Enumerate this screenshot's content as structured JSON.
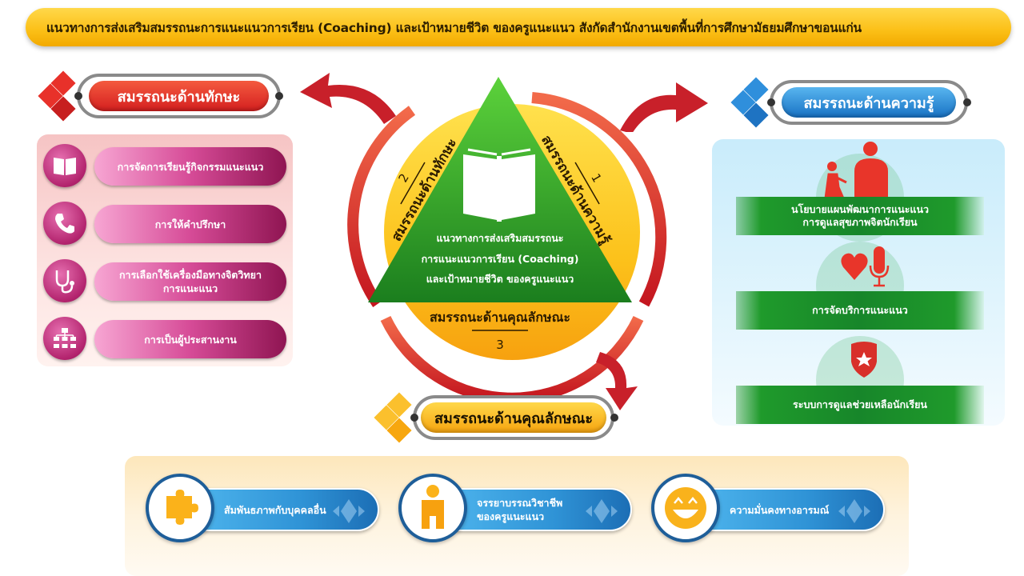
{
  "title": "แนวทางการส่งเสริมสมรรถนะการแนะแนวการเรียน (Coaching) และเป้าหมายชีวิต ของครูแนะแนว สังกัดสำนักงานเขตพื้นที่การศึกษามัธยมศึกษาขอนแก่น",
  "colors": {
    "banner": "#fbbf16",
    "skills": "#e8312a",
    "knowledge": "#1e88d8",
    "attributes": "#fbb21a",
    "triangle": "#2e9b2e",
    "ring": "#d9342b"
  },
  "center": {
    "icon": "open-book-icon",
    "lines": [
      "แนวทางการส่งเสริมสมรรถนะ",
      "การแนะแนวการเรียน (Coaching)",
      "และเป้าหมายชีวิต ของครูแนะแนว"
    ],
    "sides": [
      {
        "number": "1",
        "label": "สมรรถนะด้านความรู้"
      },
      {
        "number": "2",
        "label": "สมรรถนะด้านทักษะ"
      },
      {
        "number": "3",
        "label": "สมรรถนะด้านคุณลักษณะ"
      }
    ]
  },
  "skills": {
    "header": "สมรรถนะด้านทักษะ",
    "items": [
      {
        "icon": "book-icon",
        "label": "การจัดการเรียนรู้กิจกรรมแนะแนว"
      },
      {
        "icon": "phone-icon",
        "label": "การให้คำปรึกษา"
      },
      {
        "icon": "stethoscope-icon",
        "label": "การเลือกใช้เครื่องมือทางจิตวิทยา",
        "label2": "การแนะแนว"
      },
      {
        "icon": "org-chart-icon",
        "label": "การเป็นผู้ประสานงาน"
      }
    ]
  },
  "knowledge": {
    "header": "สมรรถนะด้านความรู้",
    "items": [
      {
        "icon": "parent-child-icon",
        "label": "นโยบายแผนพัฒนาการแนะแนว",
        "label2": "การดูแลสุขภาพจิตนักเรียน"
      },
      {
        "icon": "heart-microphone-icon",
        "label": "การจัดบริการแนะแนว"
      },
      {
        "icon": "shield-star-icon",
        "label": "ระบบการดูแลช่วยเหลือนักเรียน"
      }
    ]
  },
  "attributes": {
    "header": "สมรรถนะด้านคุณลักษณะ",
    "items": [
      {
        "icon": "puzzle-icon",
        "label": "สัมพันธภาพกับบุคคลอื่น"
      },
      {
        "icon": "person-icon",
        "label": "จรรยาบรรณวิชาชีพ",
        "label2": "ของครูแนะแนว"
      },
      {
        "icon": "smiley-icon",
        "label": "ความมั่นคงทางอารมณ์"
      }
    ]
  }
}
